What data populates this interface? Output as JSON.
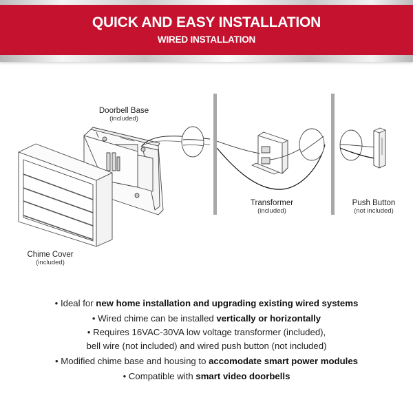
{
  "banner": {
    "title": "QUICK AND EASY INSTALLATION",
    "subtitle": "WIRED INSTALLATION",
    "colors": {
      "red": "#c4122f",
      "text": "#ffffff",
      "silver": "#d9d9d9"
    }
  },
  "diagram": {
    "labels": {
      "doorbell_base": {
        "name": "Doorbell Base",
        "note": "(included)"
      },
      "chime_cover": {
        "name": "Chime Cover",
        "note": "(included)"
      },
      "transformer": {
        "name": "Transformer",
        "note": "(included)"
      },
      "push_button": {
        "name": "Push Button",
        "note": "(not included)"
      }
    },
    "icons": [
      "chime-cover-illustration",
      "doorbell-base-illustration",
      "wall-hole-icon",
      "transformer-illustration",
      "push-button-illustration",
      "wall-divider"
    ]
  },
  "features": [
    {
      "bullet": "•",
      "plain": "Ideal for ",
      "bold": "new home installation and upgrading existing wired systems"
    },
    {
      "bullet": "•",
      "plain": "Wired chime can be installed ",
      "bold": "vertically or horizontally"
    },
    {
      "bullet": "•",
      "plain": "Requires 16VAC-30VA low voltage transformer (included),",
      "bold": ""
    },
    {
      "bullet": "",
      "plain": "bell wire (not included) and wired push button (not included)",
      "bold": ""
    },
    {
      "bullet": "•",
      "plain": "Modified chime base and housing to ",
      "bold": "accomodate smart power modules"
    },
    {
      "bullet": "•",
      "plain": "Compatible with ",
      "bold": "smart video doorbells"
    }
  ]
}
